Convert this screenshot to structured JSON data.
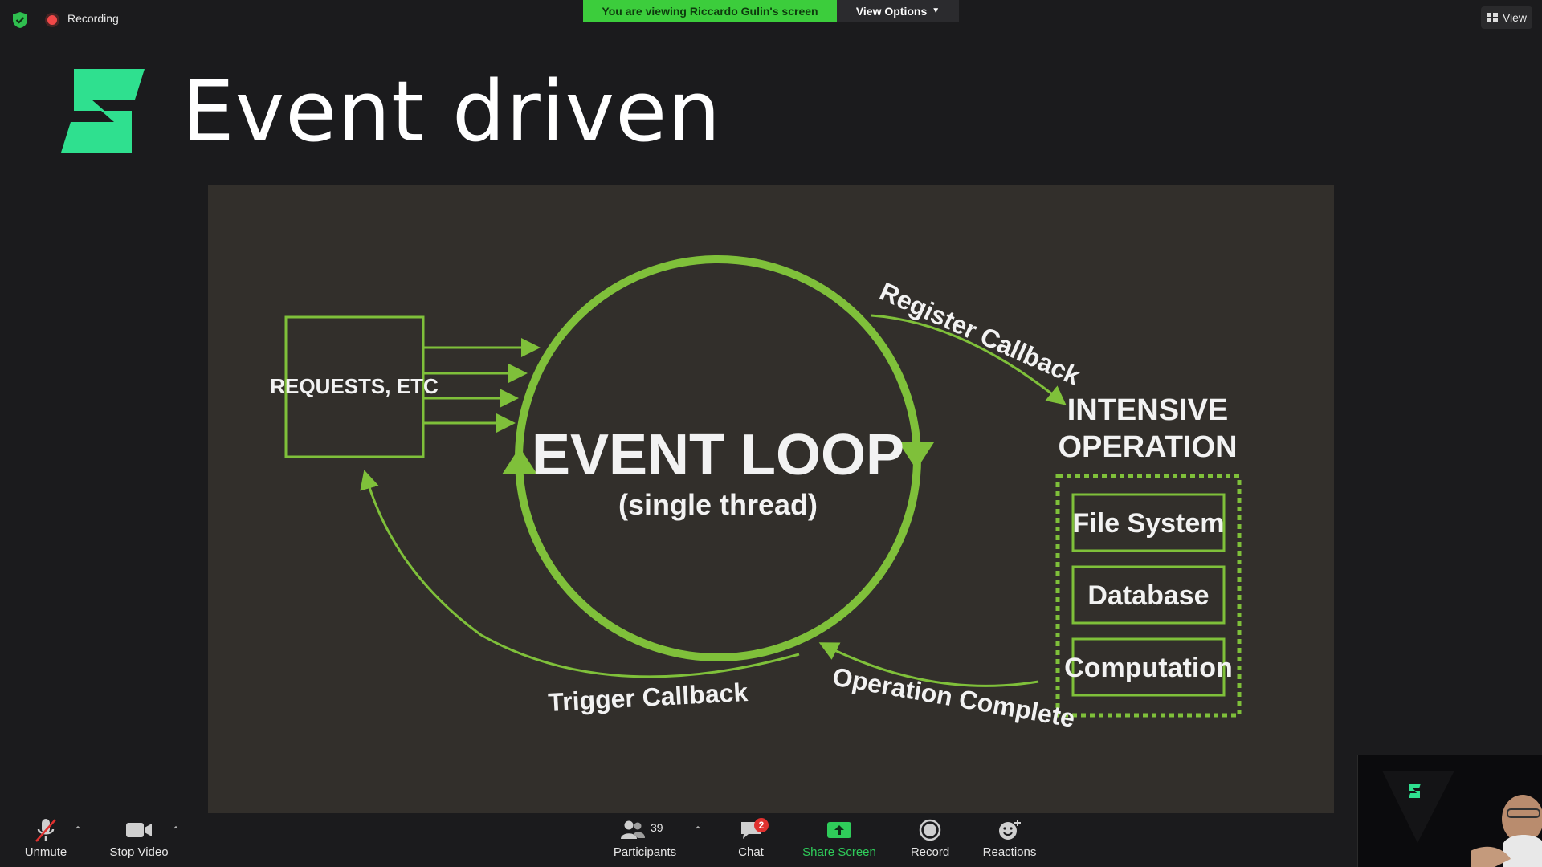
{
  "top_bar": {
    "security_icon": "shield-check-icon",
    "recording_label": "Recording",
    "viewing_banner": "You are viewing Riccardo Gulin's screen",
    "view_options_label": "View Options",
    "view_label": "View"
  },
  "slide": {
    "title": "Event driven",
    "logo_icon": "logo-s-icon"
  },
  "diagram": {
    "requests_label": "REQUESTS, ETC",
    "event_loop_title": "EVENT LOOP",
    "event_loop_subtitle": "(single thread)",
    "register_callback": "Register Callback",
    "intensive_line1": "INTENSIVE",
    "intensive_line2": "OPERATION",
    "operations": [
      "File System",
      "Database",
      "Computation"
    ],
    "operation_complete": "Operation Complete",
    "trigger_callback": "Trigger Callback",
    "accent_color": "#7fc03a"
  },
  "toolbar": {
    "unmute_label": "Unmute",
    "stop_video_label": "Stop Video",
    "participants_label": "Participants",
    "participants_count": "39",
    "chat_label": "Chat",
    "chat_badge": "2",
    "share_screen_label": "Share Screen",
    "record_label": "Record",
    "reactions_label": "Reactions",
    "share_color": "#2fcc5a"
  }
}
